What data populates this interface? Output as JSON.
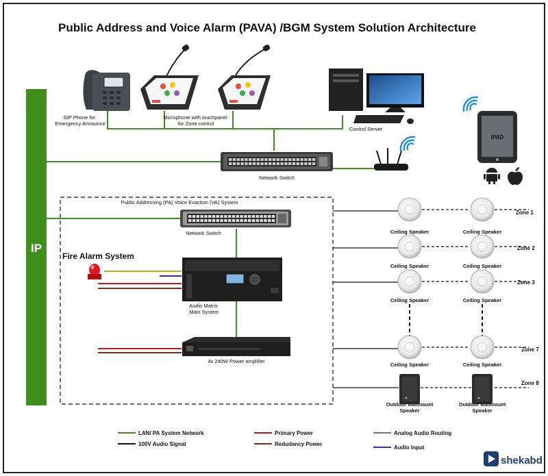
{
  "title": "Public Address and Voice Alarm (PAVA) /BGM System Solution Architecture",
  "ip_label": "IP",
  "devices": {
    "sip_phone": [
      "SIP Phone for",
      "Emergency Announce"
    ],
    "microphone": [
      "Microphone with touchpanel",
      "for Zone control"
    ],
    "control_server": "Control Server",
    "ipad": "IPAD",
    "network_switch_top": "Network Switch",
    "network_switch_pa": "Network Switch",
    "audio_matrix": [
      "Audio Matrix",
      "Main System"
    ],
    "power_amplifier": "4x 240W Power amplifier"
  },
  "pa_box_label": "Public Addressing (PA) Voice Evaction (VA) System",
  "fire_alarm_label": "Fire Alarm System",
  "zones": [
    {
      "label": "Zone 1",
      "speaker": "Ceiling Speaker",
      "type": "ceiling"
    },
    {
      "label": "Zone 2",
      "speaker": "Ceiling Speaker",
      "type": "ceiling"
    },
    {
      "label": "Zone 3",
      "speaker": "Ceiling Speaker",
      "type": "ceiling"
    },
    {
      "label": "Zone 7",
      "speaker": "Ceiling Speaker",
      "type": "ceiling"
    },
    {
      "label": "Zone 8",
      "speaker": "Outdoor wallmount Speaker",
      "type": "outdoor"
    }
  ],
  "legend": [
    {
      "label": "LAN/ PA System Network",
      "color": "#3f8f1f"
    },
    {
      "label": "100V Audio Signal",
      "color": "#111111"
    },
    {
      "label": "Primary Power",
      "color": "#c0181c"
    },
    {
      "label": "Redudancy Power",
      "color": "#8a2a12"
    },
    {
      "label": "Analog Audio Routing",
      "color": "#6b7280"
    },
    {
      "label": "Audio Input",
      "color": "#3c2aa8"
    }
  ],
  "brand": "shekabd",
  "colors": {
    "network": "#3f8f1f",
    "primary_power": "#c0181c",
    "redundancy_power": "#8a2a12",
    "analog": "#6b7280",
    "audio_input": "#3c2aa8",
    "ip_bar": "#3f8f1f",
    "amber": "#d3a11c"
  }
}
